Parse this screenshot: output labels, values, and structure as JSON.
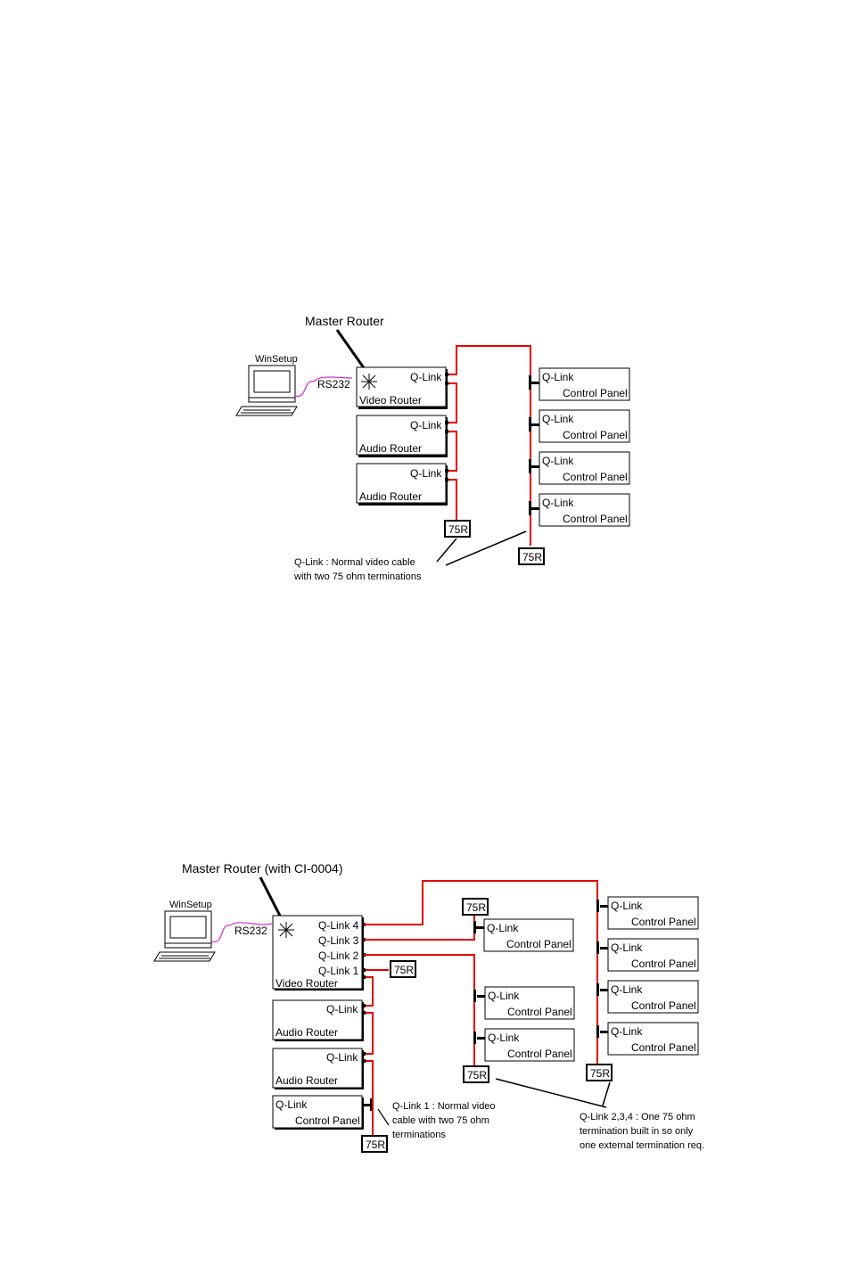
{
  "colors": {
    "cable": "#e00000",
    "rs232": "#cc33cc",
    "ink": "#000000"
  },
  "diagram1": {
    "master_label": "Master Router",
    "pc_label": "WinSetup",
    "rs232_label": "RS232",
    "qlink": "Q-Link",
    "router_video": "Video Router",
    "router_audio": "Audio Router",
    "panel_label": "Control Panel",
    "term_label": "75R",
    "note_line1": "Q-Link : Normal video cable",
    "note_line2": "with two 75 ohm  terminations"
  },
  "diagram2": {
    "master_label": "Master Router (with CI-0004)",
    "pc_label": "WinSetup",
    "rs232_label": "RS232",
    "qlink": "Q-Link",
    "port_labels": [
      "Q-Link 4",
      "Q-Link 3",
      "Q-Link 2",
      "Q-Link 1"
    ],
    "router_video": "Video Router",
    "router_audio": "Audio Router",
    "panel_label": "Control Panel",
    "term_label": "75R",
    "note1_line1": "Q-Link 1 : Normal video",
    "note1_line2": "cable  with two 75 ohm",
    "note1_line3": "terminations",
    "note2_line1": "Q-Link 2,3,4 : One 75 ohm",
    "note2_line2": "termination built in so only",
    "note2_line3": "one external termination req."
  },
  "icons": [
    "computer-icon",
    "master-star-icon",
    "connector-icon"
  ]
}
